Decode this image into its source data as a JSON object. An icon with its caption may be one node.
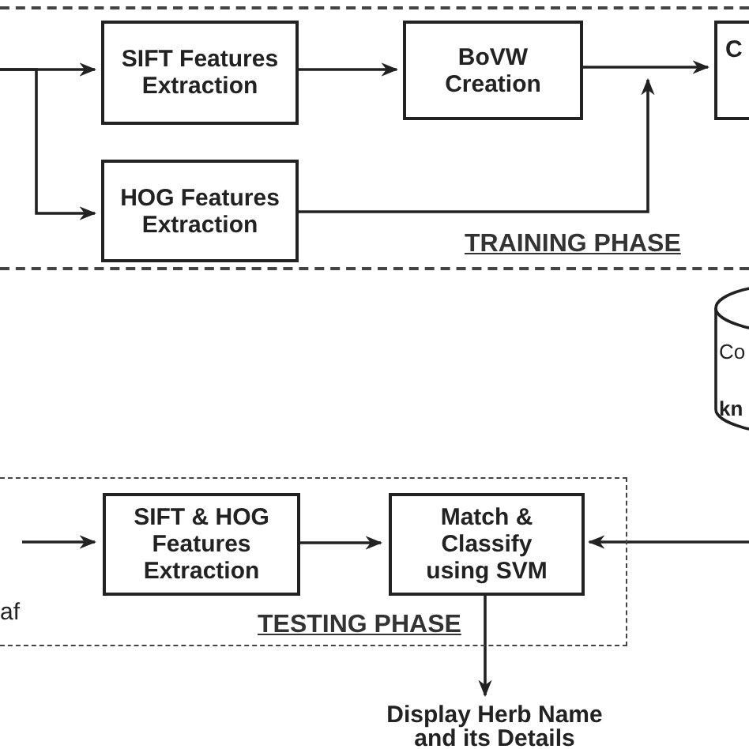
{
  "diagram": {
    "nodes": [
      {
        "text": [
          "TRAINING PHASE"
        ]
      },
      {
        "text": [
          "SIFT Features Extraction"
        ],
        "in": 0
      },
      {
        "text": [
          "HOG Features Extraction"
        ],
        "in": 0
      },
      {
        "text": [
          "BoVW Creation"
        ],
        "in": 0
      },
      {
        "text": [
          "C"
        ],
        "in": 0
      },
      {
        "text": [
          "Co",
          "kn"
        ]
      },
      {
        "text": [
          "TESTING PHASE"
        ]
      },
      {
        "text": [
          "SIFT & HOG Features Extraction"
        ],
        "in": 6
      },
      {
        "text": [
          "Match & Classify using SVM"
        ],
        "in": 6
      },
      {
        "text": [
          "Display Herb Name and its Details"
        ]
      }
    ],
    "edges": [
      {
        "from": null,
        "to": 1,
        "arrow": "to"
      },
      {
        "from": null,
        "to": 2,
        "arrow": "to"
      },
      {
        "from": 1,
        "to": 3,
        "arrow": "to"
      },
      {
        "from": 3,
        "to": 4,
        "arrow": "to"
      },
      {
        "from": 2,
        "to": 4,
        "arrow": "to"
      },
      {
        "from": null,
        "to": 7,
        "arrow": "to"
      },
      {
        "from": 7,
        "to": 8,
        "arrow": "to"
      },
      {
        "from": null,
        "to": 8,
        "arrow": "to"
      },
      {
        "from": 8,
        "to": 9,
        "arrow": "to"
      }
    ],
    "labels": [
      "af"
    ]
  }
}
